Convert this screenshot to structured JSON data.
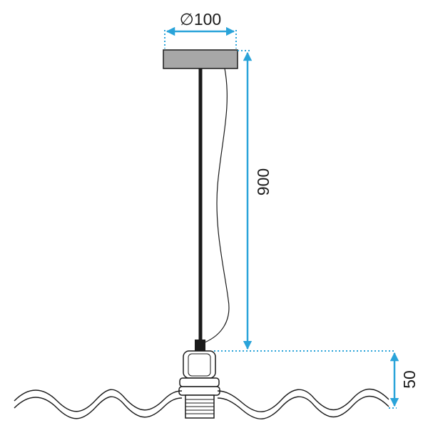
{
  "dimensions": {
    "diameter_label": "∅100",
    "cable_length_label": "900",
    "shade_height_label": "50"
  },
  "colors": {
    "dimension_line": "#29a3d9",
    "canopy_fill": "#a7a7a7",
    "outline": "#1a1a1a",
    "cable": "#1a1a1a",
    "background": "#ffffff"
  }
}
